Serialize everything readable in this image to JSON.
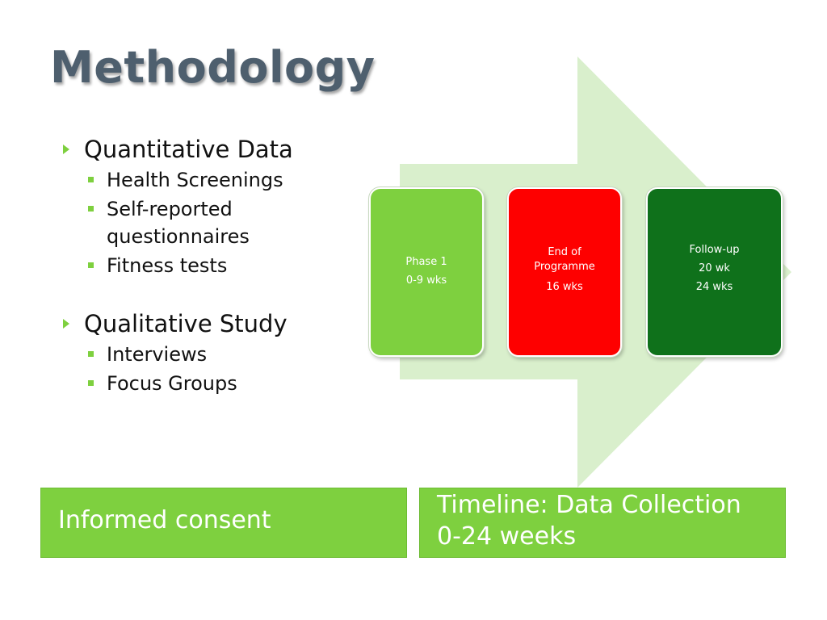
{
  "slide": {
    "title": "Methodology"
  },
  "bullets": {
    "quantitative": {
      "label": "Quantitative Data",
      "items": [
        "Health Screenings",
        "Self-reported questionnaires",
        "Fitness tests"
      ]
    },
    "qualitative": {
      "label": "Qualitative Study",
      "items": [
        "Interviews",
        "Focus Groups"
      ]
    }
  },
  "phases": [
    {
      "lines": [
        "Phase 1",
        "0-9 wks"
      ]
    },
    {
      "lines": [
        "End of",
        "Programme",
        "16 wks"
      ]
    },
    {
      "lines": [
        "Follow-up",
        "20 wk",
        "24 wks"
      ]
    }
  ],
  "banners": {
    "left": {
      "text": "Informed consent"
    },
    "right": {
      "line1": "Timeline: Data Collection",
      "line2": "0-24 weeks"
    }
  },
  "colors": {
    "accent_green": "#7ed03f",
    "red": "#fe0000",
    "dark_green": "#0f711b",
    "arrow_fill": "#d9efcc",
    "title": "#4e5f6e"
  }
}
